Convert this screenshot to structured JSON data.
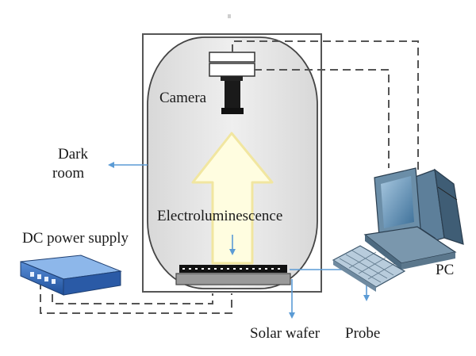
{
  "labels": {
    "camera": "Camera",
    "dark_room_line1": "Dark",
    "dark_room_line2": "room",
    "electroluminescence": "Electroluminescence",
    "dc_power_supply": "DC power supply",
    "pc": "PC",
    "solar_wafer": "Solar wafer",
    "probe": "Probe"
  },
  "colors": {
    "pointer_arrow": "#5b9bd5",
    "el_arrow_fill": "#fffde0",
    "el_arrow_stroke": "#f1e6a0",
    "dark_room_fill": "#e4e4e4",
    "cable_dash": "#555555"
  },
  "icons": [
    "camera-icon",
    "pc-monitor-icon",
    "pc-tower-icon",
    "keyboard-icon",
    "dc-power-supply-icon"
  ]
}
